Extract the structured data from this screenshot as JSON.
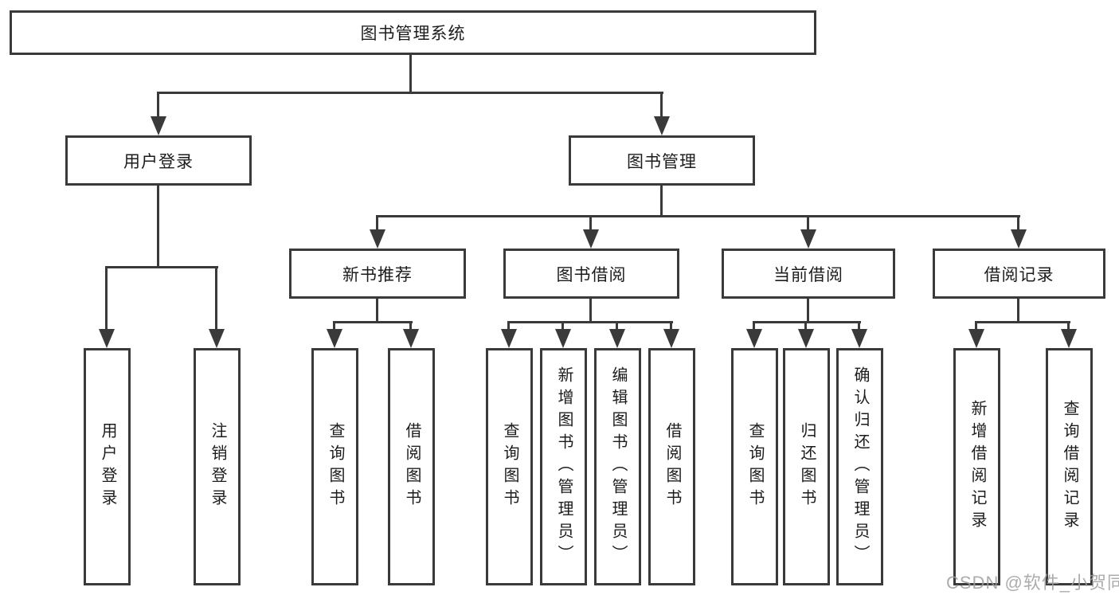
{
  "diagram": {
    "title": "图书管理系统",
    "nodes": {
      "root": "图书管理系统",
      "user_login": "用户登录",
      "book_mgmt": "图书管理",
      "user_login_action": "用户登录",
      "logout_action": "注销登录",
      "new_book_rec": "新书推荐",
      "book_borrow": "图书借阅",
      "current_borrow": "当前借阅",
      "borrow_records": "借阅记录",
      "nb_query_books": "查询图书",
      "nb_borrow_books": "借阅图书",
      "bb_query_books": "查询图书",
      "bb_add_books": "新增图书（管理员）",
      "bb_edit_books": "编辑图书（管理员）",
      "bb_borrow_books": "借阅图书",
      "cb_query_books": "查询图书",
      "cb_return_books": "归还图书",
      "cb_confirm_return": "确认归还（管理员）",
      "br_add_record": "新增借阅记录",
      "br_query_record": "查询借阅记录"
    },
    "edges": [
      {
        "from": "root",
        "to": "user_login"
      },
      {
        "from": "root",
        "to": "book_mgmt"
      },
      {
        "from": "user_login",
        "to": "user_login_action"
      },
      {
        "from": "user_login",
        "to": "logout_action"
      },
      {
        "from": "book_mgmt",
        "to": "new_book_rec"
      },
      {
        "from": "book_mgmt",
        "to": "book_borrow"
      },
      {
        "from": "book_mgmt",
        "to": "current_borrow"
      },
      {
        "from": "book_mgmt",
        "to": "borrow_records"
      },
      {
        "from": "new_book_rec",
        "to": "nb_query_books"
      },
      {
        "from": "new_book_rec",
        "to": "nb_borrow_books"
      },
      {
        "from": "book_borrow",
        "to": "bb_query_books"
      },
      {
        "from": "book_borrow",
        "to": "bb_add_books"
      },
      {
        "from": "book_borrow",
        "to": "bb_edit_books"
      },
      {
        "from": "book_borrow",
        "to": "bb_borrow_books"
      },
      {
        "from": "current_borrow",
        "to": "cb_query_books"
      },
      {
        "from": "current_borrow",
        "to": "cb_return_books"
      },
      {
        "from": "current_borrow",
        "to": "cb_confirm_return"
      },
      {
        "from": "borrow_records",
        "to": "br_add_record"
      },
      {
        "from": "borrow_records",
        "to": "br_query_record"
      }
    ],
    "colors": {
      "line": "#3a3a3a",
      "text": "#1c1c1c",
      "background": "#ffffff",
      "watermark": "#9e9e9e"
    }
  },
  "watermark": {
    "text": "CSDN @软件_小贺同学"
  }
}
